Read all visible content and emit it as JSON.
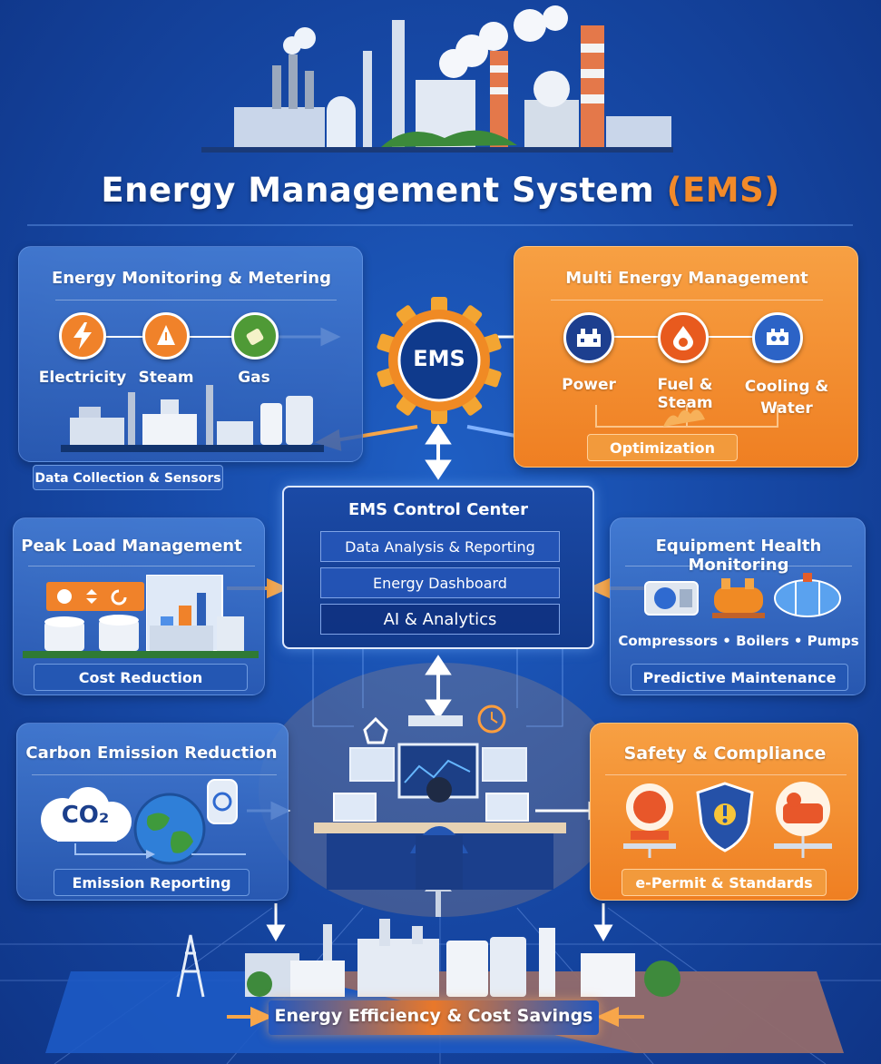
{
  "header": {
    "title_main": "Energy Management System",
    "title_accent": "(EMS)"
  },
  "hub": {
    "label": "EMS"
  },
  "monitoring": {
    "title": "Energy Monitoring & Metering",
    "items": [
      {
        "label": "Electricity",
        "icon": "lightning-bolt-icon"
      },
      {
        "label": "Steam",
        "icon": "flame-drop-icon"
      },
      {
        "label": "Gas",
        "icon": "gas-cylinder-icon"
      }
    ],
    "footer": "Data Collection & Sensors"
  },
  "multi_energy": {
    "title": "Multi Energy Management",
    "items": [
      {
        "label": "Power",
        "icon": "power-station-icon"
      },
      {
        "label": "Fuel & Steam",
        "icon": "fuel-drop-icon"
      },
      {
        "label": "Cooling & Water",
        "icon": "cooling-tower-icon"
      }
    ],
    "footer": "Optimization"
  },
  "control_center": {
    "title": "EMS Control Center",
    "rows": [
      "Data Analysis & Reporting",
      "Energy Dashboard",
      "AI & Analytics"
    ]
  },
  "peak_load": {
    "title": "Peak Load Management",
    "footer": "Cost Reduction"
  },
  "equipment": {
    "title": "Equipment Health Monitoring",
    "items": "Compressors • Boilers • Pumps",
    "footer": "Predictive Maintenance"
  },
  "carbon": {
    "title": "Carbon Emission Reduction",
    "co2": "CO₂",
    "footer": "Emission Reporting"
  },
  "safety": {
    "title": "Safety & Compliance",
    "footer": "e-Permit & Standards"
  },
  "bottom": {
    "banner": "Energy Efficiency & Cost Savings"
  },
  "colors": {
    "background": "#174aa8",
    "accent_orange": "#ef7f22",
    "panel_blue": "#3f78d0",
    "deep_blue": "#123a8c"
  }
}
